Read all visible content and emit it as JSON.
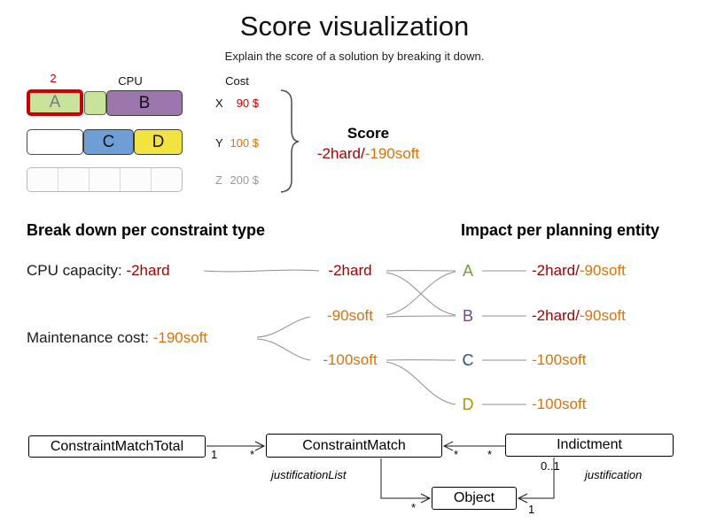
{
  "title": "Score visualization",
  "subtitle": "Explain the score of a solution by breaking it down.",
  "colors": {
    "hard_score": "#a40000",
    "soft_score": "#d9730d",
    "violation_highlight": "#cc0000",
    "entity_a": "#71a333",
    "entity_b": "#6e4a85",
    "entity_c": "#27508e",
    "entity_d": "#a39b00",
    "muted_gray": "#999999"
  },
  "machine_diagram": {
    "overload_count": "2",
    "cpu_header": "CPU",
    "cost_header": "Cost",
    "process_a": "A",
    "process_b": "B",
    "process_c": "C",
    "process_d": "D",
    "computers": [
      {
        "name": "X",
        "cost": "90 $"
      },
      {
        "name": "Y",
        "cost": "100 $"
      },
      {
        "name": "Z",
        "cost": "200 $"
      }
    ]
  },
  "score_panel": {
    "label": "Score",
    "hard_part": "-2hard/",
    "soft_part": "-190soft"
  },
  "breakdown_section": {
    "heading": "Break down per constraint type",
    "constraints": [
      {
        "label": "CPU capacity: ",
        "score": "-2hard"
      },
      {
        "label": "Maintenance cost: ",
        "score": "-190soft"
      }
    ],
    "match_totals": [
      "-2hard",
      "-90soft",
      "-100soft"
    ]
  },
  "impact_section": {
    "heading": "Impact per planning entity",
    "entities": [
      {
        "name": "A",
        "hard_part": "-2hard/",
        "soft_part": "-90soft"
      },
      {
        "name": "B",
        "hard_part": "-2hard/",
        "soft_part": "-90soft"
      },
      {
        "name": "C",
        "hard_part": "",
        "soft_part": "-100soft"
      },
      {
        "name": "D",
        "hard_part": "",
        "soft_part": "-100soft"
      }
    ]
  },
  "uml_diagram": {
    "constraint_match_total": "ConstraintMatchTotal",
    "constraint_match": "ConstraintMatch",
    "indictment": "Indictment",
    "object": "Object",
    "mult_cmt_side": "1",
    "mult_cm_left": "*",
    "mult_cm_right": "*",
    "mult_ind_side": "*",
    "mult_justification": "0..1",
    "justification_list_label": "justificationList",
    "justification_label": "justification",
    "mult_object_left": "*",
    "mult_object_right": "1"
  }
}
